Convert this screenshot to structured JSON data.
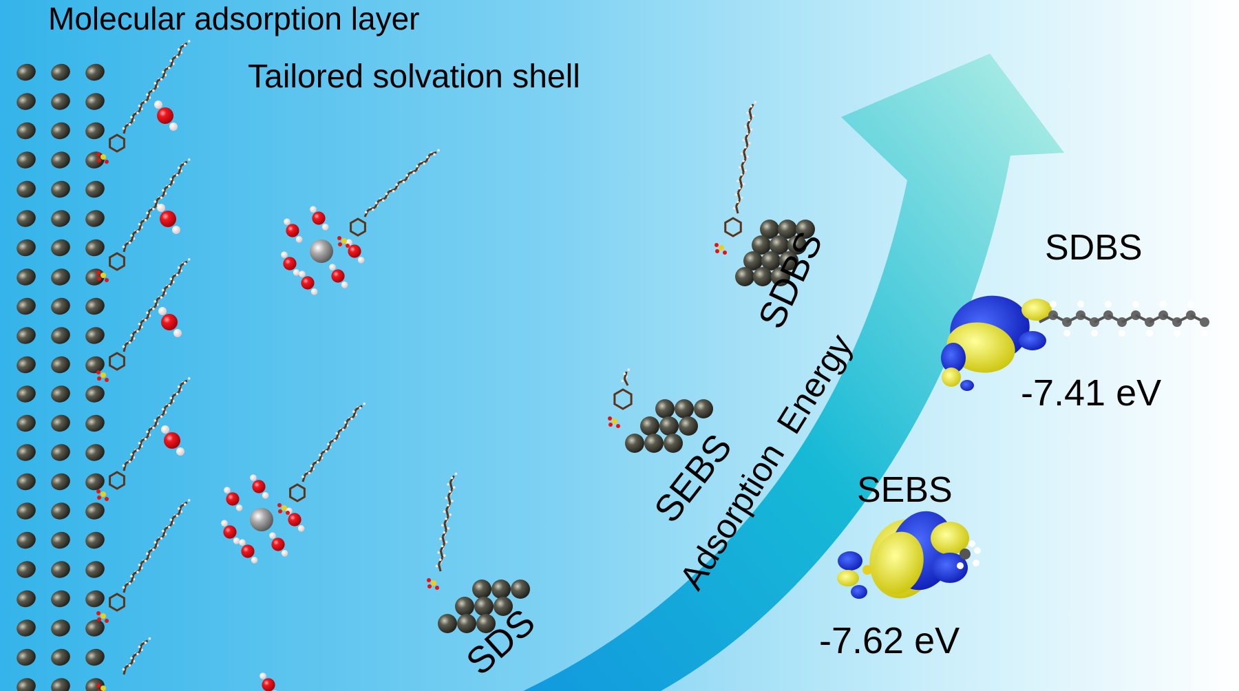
{
  "texts": {
    "adsorption_layer": "Molecular adsorption layer",
    "solvation_shell": "Tailored solvation shell",
    "sds": "SDS",
    "sebs": "SEBS",
    "sdbs": "SDBS",
    "arrow_label": "Adsorption  Energy",
    "sdbs_orbital_label": "SDBS",
    "sdbs_energy": "-7.41 eV",
    "sebs_orbital_label": "SEBS",
    "sebs_energy": "-7.62 eV"
  },
  "colors": {
    "background_left": "#35b5ea",
    "background_right": "#ffffff",
    "arrow_dark": "#1aa0d8",
    "arrow_light": "#a8ece4",
    "metal_atom": "#3a3a32",
    "oxygen": "#e8101a",
    "hydrogen": "#f2eeee",
    "ion": "#9a9a9a",
    "carbon_chain": "#6b3e1e",
    "orbital_blue": "#1428d8",
    "orbital_yellow": "#f0ec10",
    "sulfur": "#e8d020"
  }
}
